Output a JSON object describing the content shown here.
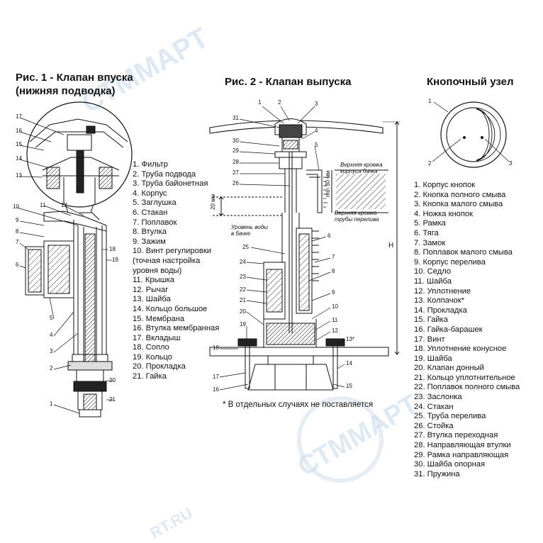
{
  "fig1": {
    "title_line1": "Рис. 1 - Клапан впуска",
    "title_line2": "(нижняя подводка)",
    "legend": [
      "1. Фильтр",
      "2. Труба подвода",
      "3. Труба байонетная",
      "4. Корпус",
      "5. Заглушка",
      "6. Стакан",
      "7. Поплавок",
      "8. Втулка",
      "9. Зажим",
      "10. Винт регулировки",
      "(точная настройка",
      "уровня воды)",
      "11. Крышка",
      "12. Рычаг",
      "13. Шайба",
      "14. Кольцо большое",
      "15. Мембрана",
      "16. Втулка мембранная",
      "17. Вкладыш",
      "18. Сопло",
      "19. Кольцо",
      "20. Прокладка",
      "21. Гайка"
    ]
  },
  "fig2": {
    "title": "Рис. 2 - Клапан выпуска",
    "annot_top_edge_1": "Верхняя кромка",
    "annot_top_edge_2": "корпуса бачка",
    "annot_overflow_1": "Верхняя кромка",
    "annot_overflow_2": "трубы перелива",
    "annot_water_1": "Уровень воды",
    "annot_water_2": "в бачке",
    "dim_20mm": "20 мм",
    "dim_min30": "min 30 мм",
    "dim_H": "H",
    "note": "* В отдельных случаях не поставляется"
  },
  "knob": {
    "title": "Кнопочный узел",
    "legend": [
      "1. Корпус кнопок",
      "2. Кнопка полного смыва",
      "3. Кнопка малого смыва",
      "4. Ножка кнопок",
      "5. Рамка",
      "6. Тяга",
      "7. Замок",
      "8. Поплавок малого смыва",
      "9. Корпус перелива",
      "10. Седло",
      "11. Шайба",
      "12. Уплотнение",
      "13. Колпачок*",
      "14. Прокладка",
      "15. Гайка",
      "16. Гайка-барашек",
      "17. Винт",
      "18. Уплотнение конусное",
      "19. Шайба",
      "20. Клапан донный",
      "21. Кольцо уплотнительное",
      "22. Поплавок полного смыва",
      "23. Заслонка",
      "24. Стакан",
      "25. Труба перелива",
      "26. Стойка",
      "27. Втулка переходная",
      "28. Направляющая втулки",
      "29. Рамка направляющая",
      "30. Шайба опорная",
      "31. Пружина"
    ]
  },
  "labels": {
    "f1": [
      "17",
      "16",
      "15",
      "14",
      "13",
      "10",
      "11",
      "12",
      "9",
      "8",
      "7",
      "6",
      "5",
      "4",
      "3",
      "2",
      "1",
      "18",
      "19",
      "20",
      "21"
    ],
    "f2": [
      "31",
      "30",
      "29",
      "28",
      "27",
      "26",
      "25",
      "24",
      "23",
      "22",
      "21",
      "20",
      "19",
      "18",
      "17",
      "16",
      "1",
      "2",
      "3",
      "4",
      "5",
      "6",
      "7",
      "8",
      "9",
      "10",
      "11",
      "12",
      "13*",
      "14",
      "15"
    ],
    "k": [
      "1",
      "2",
      "3"
    ]
  },
  "watermark": "СТММАРТ",
  "watermark_small": "RT.RU"
}
